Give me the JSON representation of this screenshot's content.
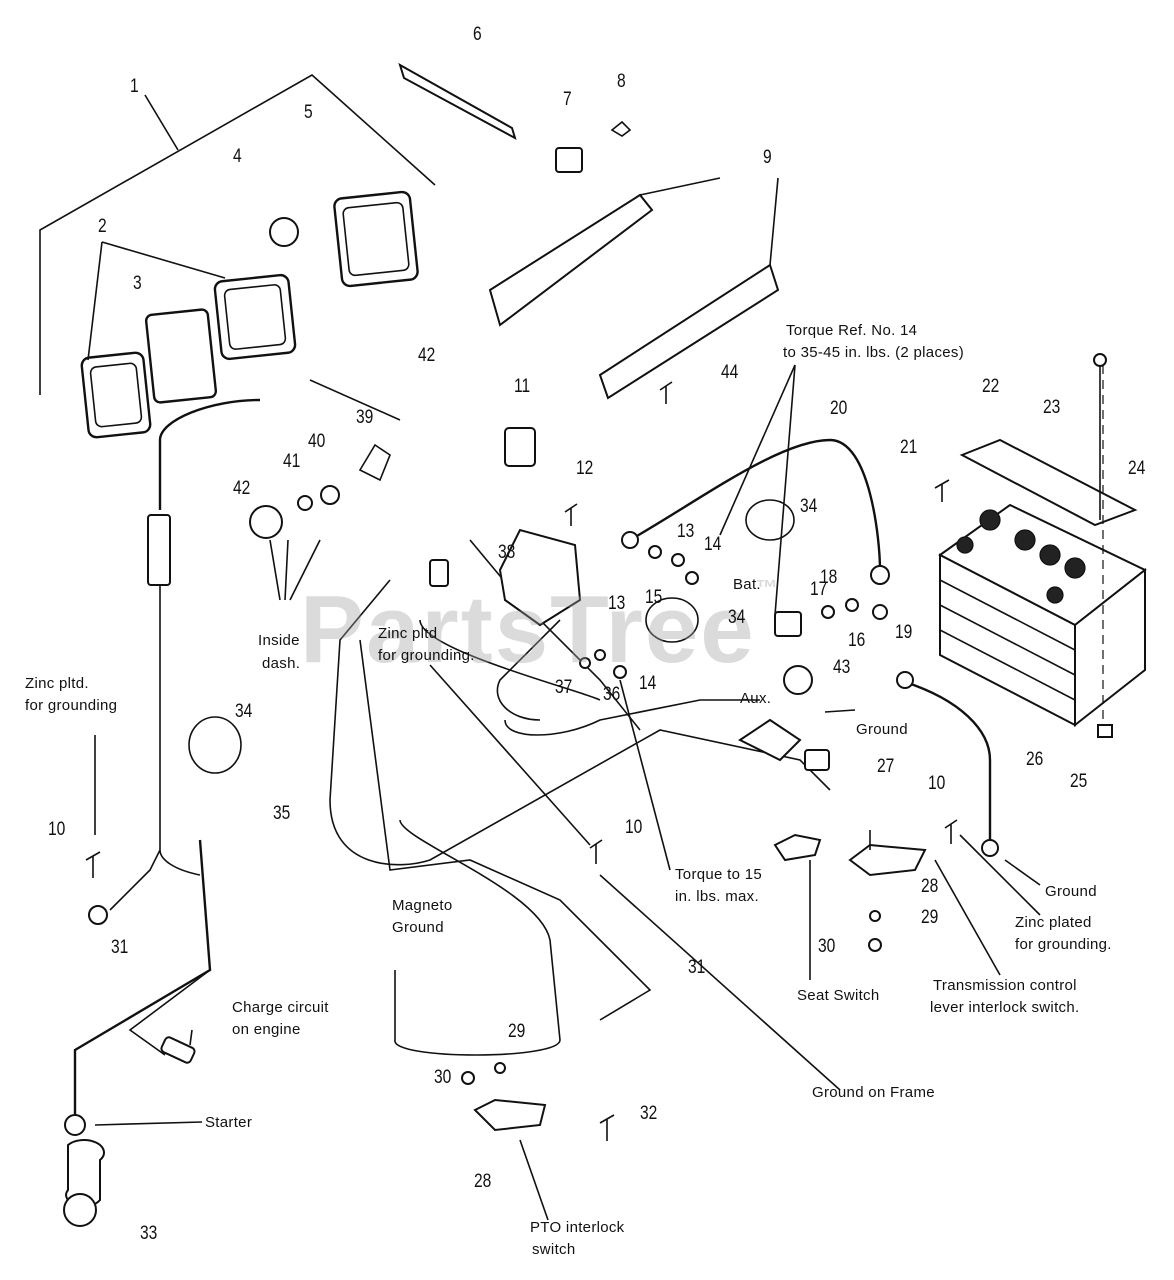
{
  "watermark": "PartsTree",
  "part_numbers": [
    "1",
    "2",
    "3",
    "4",
    "5",
    "6",
    "7",
    "8",
    "9",
    "10",
    "10",
    "10",
    "11",
    "12",
    "13",
    "13",
    "14",
    "14",
    "15",
    "16",
    "17",
    "18",
    "19",
    "20",
    "21",
    "22",
    "23",
    "24",
    "25",
    "26",
    "27",
    "28",
    "28",
    "29",
    "29",
    "30",
    "30",
    "31",
    "31",
    "32",
    "33",
    "34",
    "34",
    "34",
    "35",
    "36",
    "37",
    "38",
    "39",
    "40",
    "41",
    "42",
    "42",
    "43",
    "44"
  ],
  "notes": {
    "torque_ref": "Torque Ref. No. 14",
    "torque_ref_2": "to 35-45 in. lbs. (2 places)",
    "bat": "Bat.",
    "aux": "Aux.",
    "ground_1": "Ground",
    "ground_2": "Ground",
    "inside_dash_1": "Inside",
    "inside_dash_2": "dash.",
    "zinc_pltd_1": "Zinc pltd",
    "zinc_pltd_2": "for grounding.",
    "zinc_left_1": "Zinc pltd.",
    "zinc_left_2": "for grounding",
    "torque_15_1": "Torque to 15",
    "torque_15_2": "in. lbs. max.",
    "seat_switch": "Seat Switch",
    "zinc_plated_1": "Zinc plated",
    "zinc_plated_2": "for grounding.",
    "trans_1": "Transmission control",
    "trans_2": "lever interlock switch.",
    "magneto_1": "Magneto",
    "magneto_2": "Ground",
    "charge_1": "Charge circuit",
    "charge_2": "on engine",
    "starter": "Starter",
    "ground_frame": "Ground on Frame",
    "pto_1": "PTO interlock",
    "pto_2": "switch"
  }
}
